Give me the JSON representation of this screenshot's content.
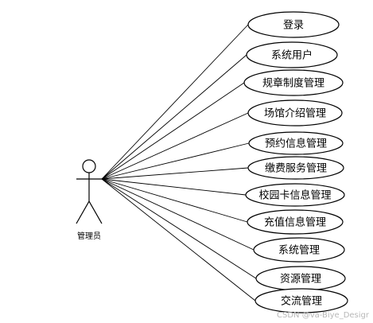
{
  "actor": {
    "name": "管理员"
  },
  "use_cases": [
    {
      "label": "登录"
    },
    {
      "label": "系统用户"
    },
    {
      "label": "规章制度管理"
    },
    {
      "label": "场馆介绍管理"
    },
    {
      "label": "预约信息管理"
    },
    {
      "label": "缴费服务管理"
    },
    {
      "label": "校园卡信息管理"
    },
    {
      "label": "充值信息管理"
    },
    {
      "label": "系统管理"
    },
    {
      "label": "资源管理"
    },
    {
      "label": "交流管理"
    }
  ],
  "watermark": "CSDN @va-Biye_Desigr"
}
